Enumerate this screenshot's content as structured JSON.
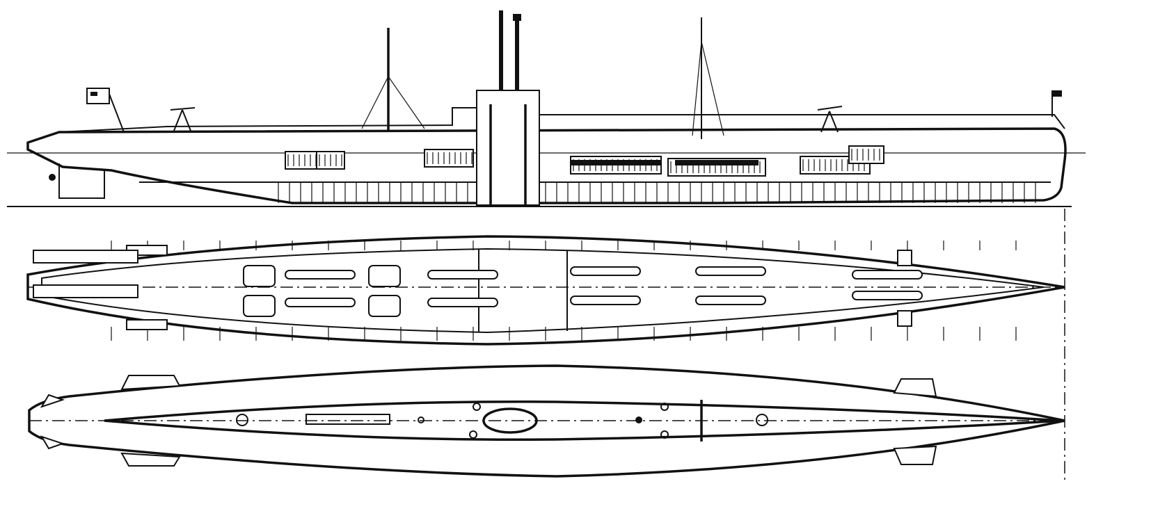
{
  "drawing": {
    "subject": "submarine-technical-drawing",
    "views": [
      "side-profile",
      "deck-plan",
      "top-view"
    ],
    "colors": {
      "ink": "#111111",
      "paper": "#ffffff"
    }
  }
}
